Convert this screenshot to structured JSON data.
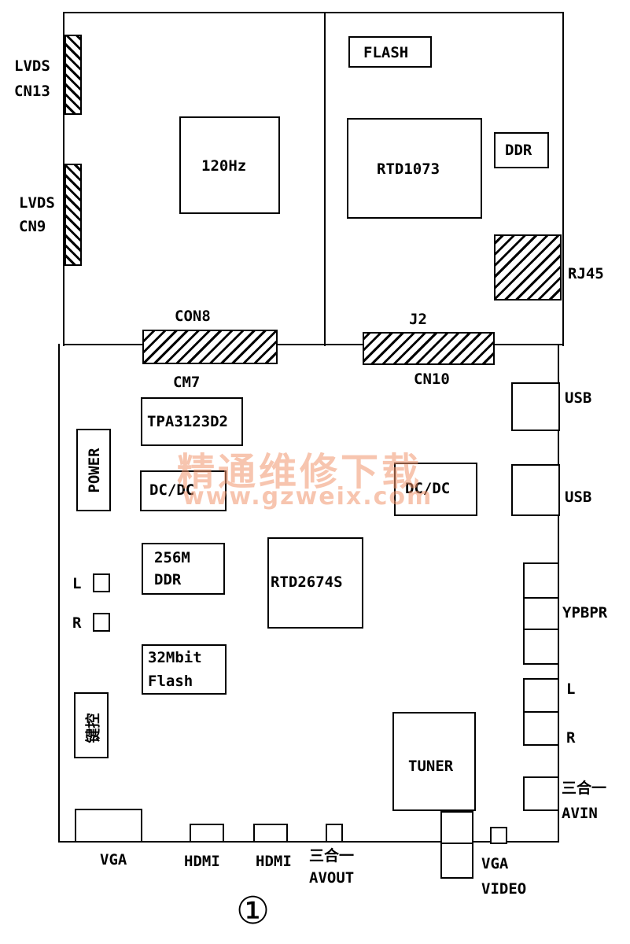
{
  "connectors_left": {
    "lvds_cn13": [
      "LVDS",
      "CN13"
    ],
    "lvds_cn9": [
      "LVDS",
      "CN9"
    ]
  },
  "top_left_board": {
    "chip_120hz": "120Hz",
    "con8": "CON8",
    "cm7": "CM7"
  },
  "top_right_board": {
    "flash": "FLASH",
    "rtd1073": "RTD1073",
    "ddr": "DDR",
    "rj45": "RJ45",
    "j2": "J2",
    "cn10": "CN10"
  },
  "main_board": {
    "tpa": "TPA3123D2",
    "power": "POWER",
    "dcdc_left": "DC/DC",
    "dcdc_right": "DC/DC",
    "ddr256": [
      "256M",
      "DDR"
    ],
    "rtd2674s": "RTD2674S",
    "flash32": [
      "32Mbit",
      "Flash"
    ],
    "keypad": "键控",
    "l": "L",
    "r": "R",
    "tuner": "TUNER"
  },
  "right_ports": {
    "usb1": "USB",
    "usb2": "USB",
    "ypbpr": "YPBPR",
    "l": "L",
    "r": "R",
    "avin": [
      "三合一",
      "AVIN"
    ]
  },
  "bottom_ports": {
    "vga": "VGA",
    "hdmi1": "HDMI",
    "hdmi2": "HDMI",
    "avout": [
      "三合一",
      "AVOUT"
    ],
    "vga2": "VGA",
    "video": "VIDEO"
  },
  "watermark": {
    "cn": "精通维修下载",
    "url": "www.gzweix.com"
  },
  "figure_number": "①"
}
